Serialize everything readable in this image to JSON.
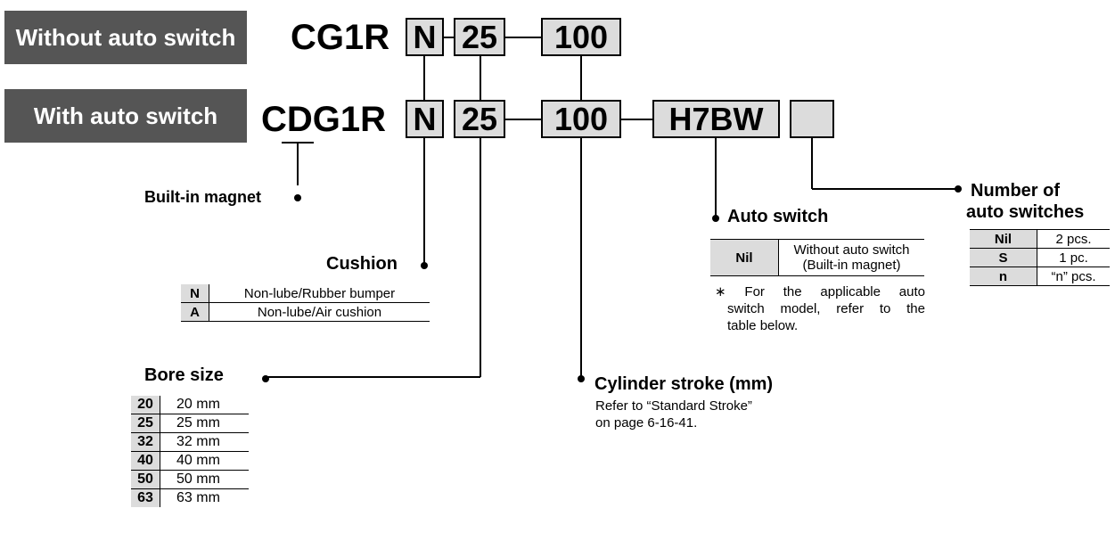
{
  "labels": {
    "without": "Without auto switch",
    "with": "With auto switch"
  },
  "model_without": {
    "prefix": "CG1R",
    "cushion": "N",
    "bore": "25",
    "stroke": "100"
  },
  "model_with": {
    "prefix": "CDG1R",
    "cushion": "N",
    "bore": "25",
    "stroke": "100",
    "switch": "H7BW",
    "count": ""
  },
  "built_in": "Built-in magnet",
  "cushion": {
    "title": "Cushion",
    "rows": [
      {
        "code": "N",
        "desc": "Non-lube/Rubber bumper"
      },
      {
        "code": "A",
        "desc": "Non-lube/Air cushion"
      }
    ]
  },
  "bore": {
    "title": "Bore size",
    "rows": [
      {
        "code": "20",
        "desc": "20 mm"
      },
      {
        "code": "25",
        "desc": "25 mm"
      },
      {
        "code": "32",
        "desc": "32 mm"
      },
      {
        "code": "40",
        "desc": "40 mm"
      },
      {
        "code": "50",
        "desc": "50 mm"
      },
      {
        "code": "63",
        "desc": "63 mm"
      }
    ]
  },
  "stroke": {
    "title": "Cylinder stroke (mm)",
    "note1": "Refer to “Standard Stroke”",
    "note2": "on page 6-16-41."
  },
  "auto_switch": {
    "title": "Auto switch",
    "code": "Nil",
    "desc1": "Without auto switch",
    "desc2": "(Built-in magnet)",
    "note1": "∗ For the applicable auto",
    "note2": "switch model, refer to the",
    "note3": "table below."
  },
  "num_switches": {
    "title1": "Number of",
    "title2": "auto switches",
    "rows": [
      {
        "code": "Nil",
        "desc": "2 pcs."
      },
      {
        "code": "S",
        "desc": "1 pc."
      },
      {
        "code": "n",
        "desc": "“n” pcs."
      }
    ]
  }
}
